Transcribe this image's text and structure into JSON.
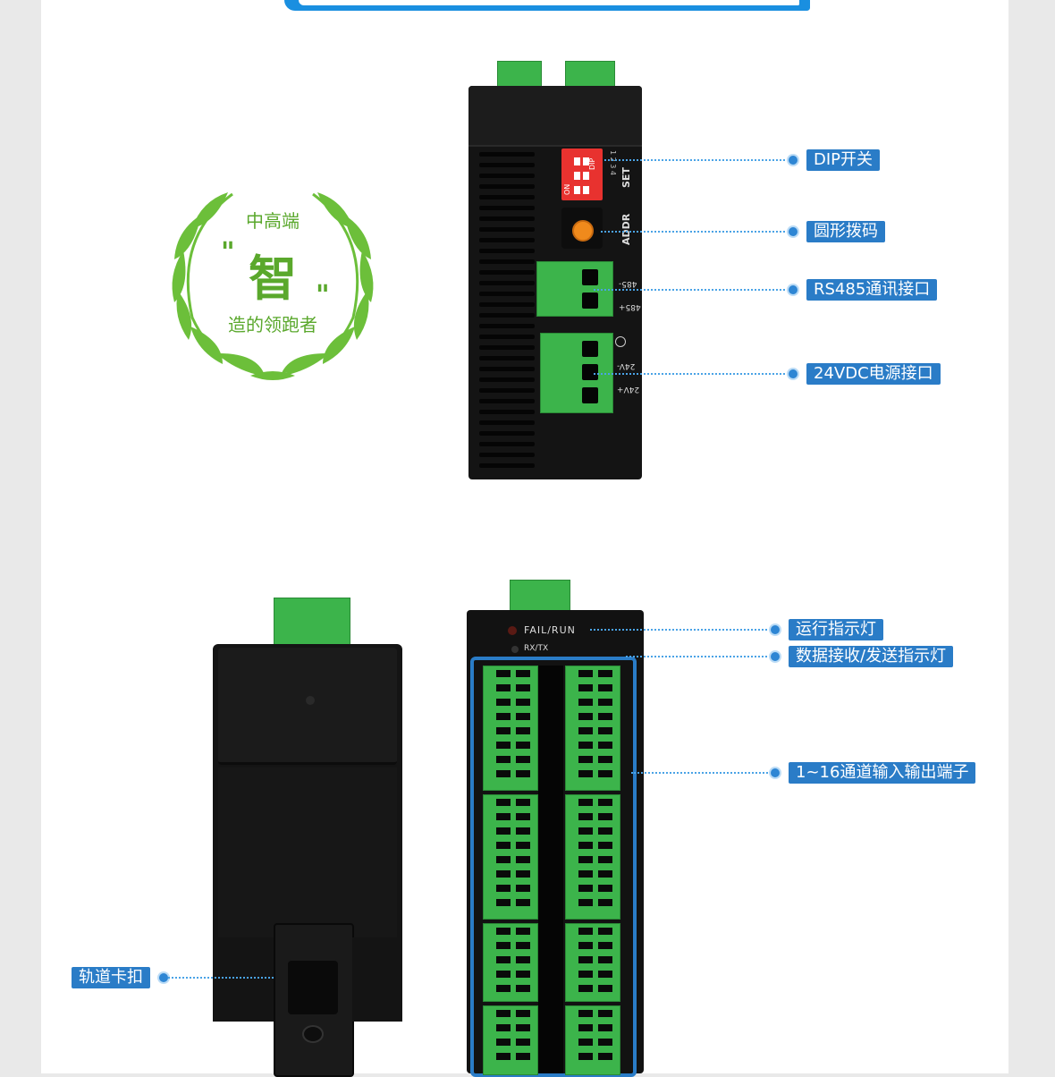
{
  "badge": {
    "line1": "中高端",
    "main": "智",
    "quote_open": "\"",
    "quote_close": "\"",
    "line3": "造的领跑者"
  },
  "device_top": {
    "dip_label": "DIP",
    "dip_numbers": "1 2 3 4",
    "dip_on": "ON",
    "set_label": "SET",
    "addr_label": "ADDR",
    "port_485_minus": "485-",
    "port_485_plus": "485+",
    "pwr_minus": "24V-",
    "pwr_plus": "24V+"
  },
  "device_front": {
    "led1_label": "FAIL/RUN",
    "led2_label": "RX/TX"
  },
  "callouts": {
    "dip_switch": "DIP开关",
    "rotary_code": "圆形拨码",
    "rs485": "RS485通讯接口",
    "power": "24VDC电源接口",
    "run_light": "运行指示灯",
    "data_light": "数据接收/发送指示灯",
    "io_terminal": "1~16通道输入输出端子",
    "rail_clip": "轨道卡扣"
  },
  "colors": {
    "accent_blue": "#2a7cc7",
    "terminal_green": "#3cb44b",
    "badge_green": "#5aa82c",
    "dip_red": "#e8322f"
  }
}
